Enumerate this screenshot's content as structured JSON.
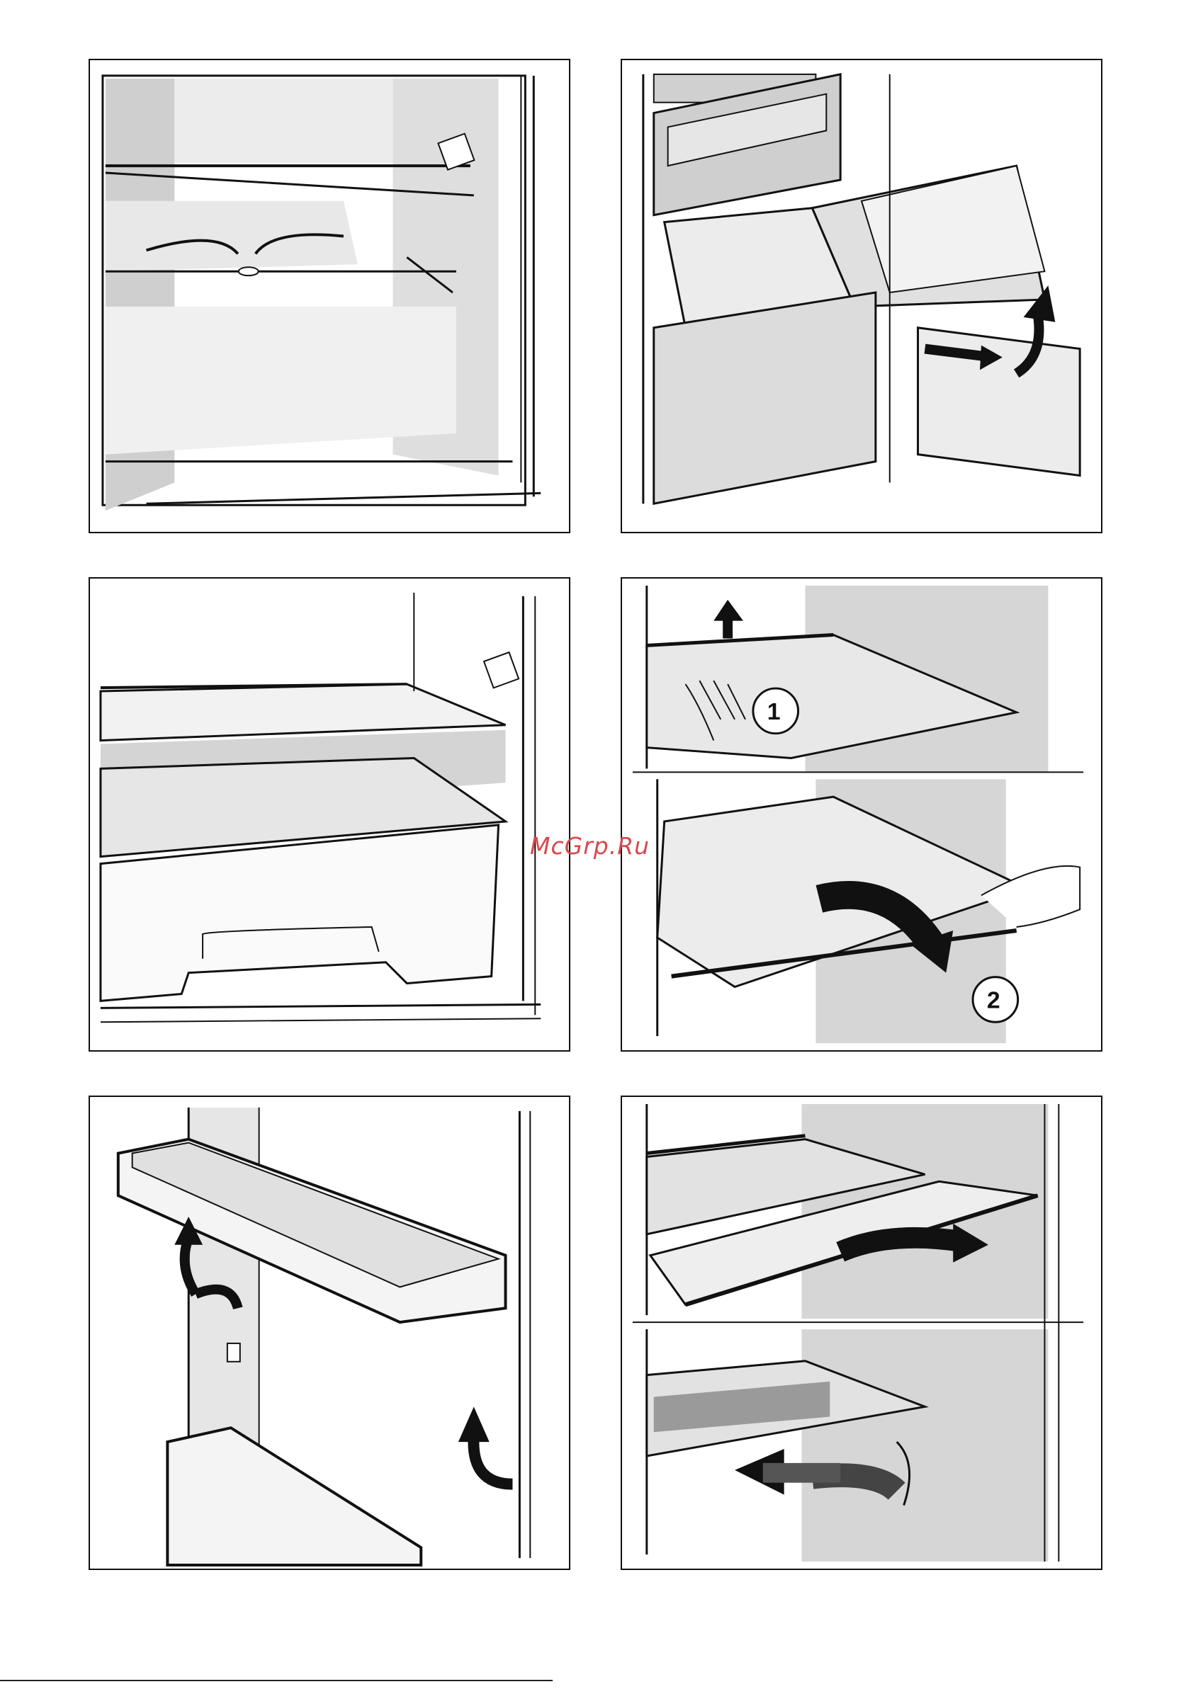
{
  "watermark": "McGrp.Ru",
  "panels": [
    {
      "id": "condensation-drain"
    },
    {
      "id": "drawer-removal"
    },
    {
      "id": "shelf-and-drawer"
    },
    {
      "id": "glass-shelf-removal",
      "steps": [
        "1",
        "2"
      ]
    },
    {
      "id": "door-bin-removal"
    },
    {
      "id": "shelf-reinsertion"
    }
  ],
  "colors": {
    "line": "#111111",
    "shade": "#d9d9d9",
    "dark": "#9a9a9a",
    "watermark": "#d6494d"
  }
}
